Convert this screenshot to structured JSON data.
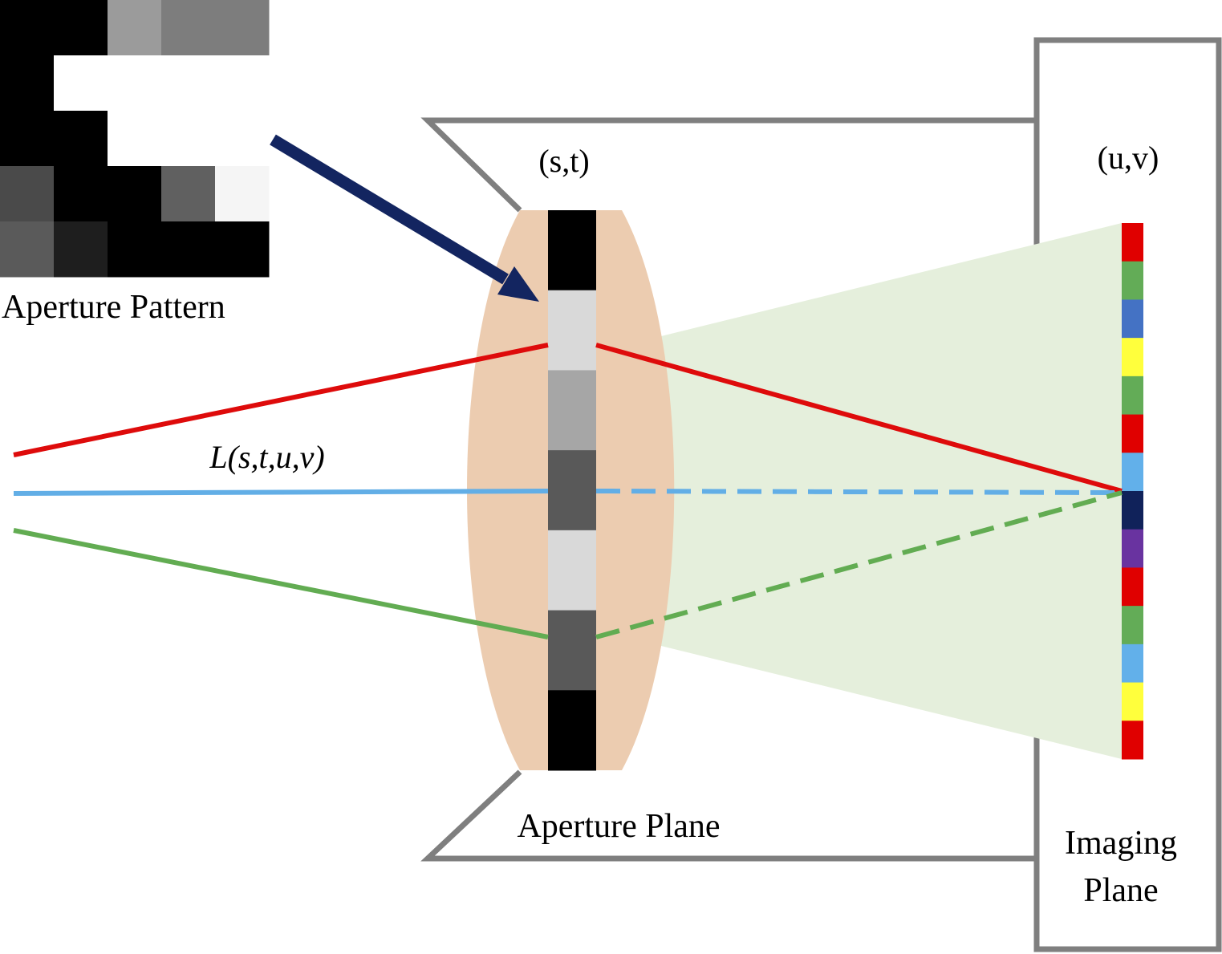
{
  "labels": {
    "aperture_pattern": "Aperture Pattern",
    "st_coord": "(s,t)",
    "uv_coord": "(u,v)",
    "light_field": "L(s,t,u,v)",
    "aperture_plane": "Aperture Plane",
    "imaging_plane_line1": "Imaging",
    "imaging_plane_line2": "Plane"
  },
  "aperture_pattern_grid": [
    [
      "#000000",
      "#000000",
      "#9b9b9b",
      "#7d7d7d",
      "#7d7d7d"
    ],
    [
      "#000000",
      "#ffffff",
      "#ffffff",
      "#ffffff",
      "#ffffff"
    ],
    [
      "#000000",
      "#000000",
      "#ffffff",
      "#ffffff",
      "#ffffff"
    ],
    [
      "#4a4a4a",
      "#000000",
      "#000000",
      "#606060",
      "#f5f5f5"
    ],
    [
      "#5a5a5a",
      "#1e1e1e",
      "#000000",
      "#000000",
      "#000000"
    ]
  ],
  "aperture_strip_cells": [
    "#000000",
    "#d9d9d9",
    "#a6a6a6",
    "#595959",
    "#d9d9d9",
    "#595959",
    "#000000"
  ],
  "sensor_pixels": [
    "#e00000",
    "#63ac57",
    "#4472c4",
    "#ffff3c",
    "#63ac57",
    "#e00000",
    "#62b0ea",
    "#10225a",
    "#6933a0",
    "#e00000",
    "#63ac57",
    "#62b0ea",
    "#ffff3c",
    "#e00000"
  ],
  "colors": {
    "ray_red": "#de0b0b",
    "ray_blue": "#62aee6",
    "ray_green": "#62ac52",
    "arrow": "#132560",
    "lens": "#ecccb0",
    "light_cone": "#e5efdc",
    "camera_body": "#7f7f7f"
  }
}
